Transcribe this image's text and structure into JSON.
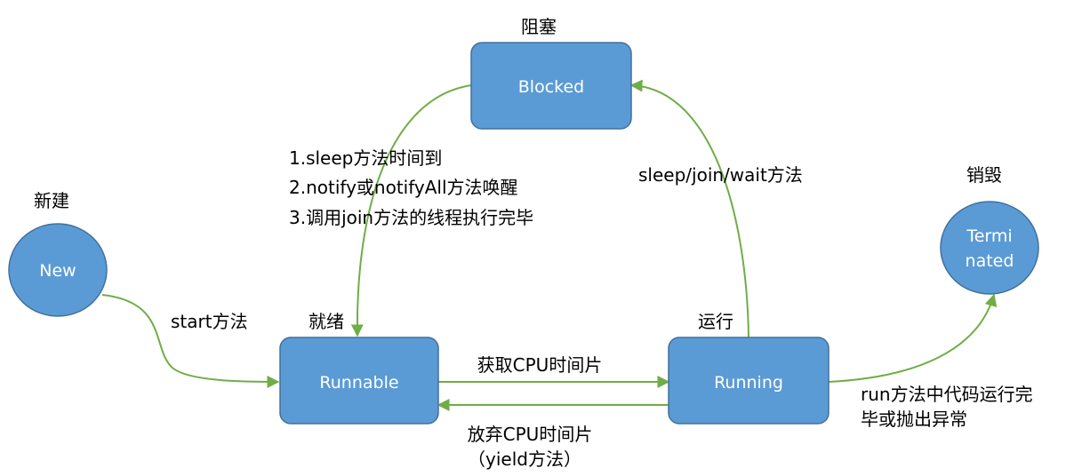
{
  "nodes": {
    "new": {
      "label": "New",
      "caption": "新建"
    },
    "runnable": {
      "label": "Runnable",
      "caption": "就绪"
    },
    "running": {
      "label": "Running",
      "caption": "运行"
    },
    "blocked": {
      "label": "Blocked",
      "caption": "阻塞"
    },
    "terminated": {
      "label_line1": "Termi",
      "label_line2": "nated",
      "caption": "销毁"
    }
  },
  "edges": {
    "new_to_runnable": "start方法",
    "runnable_to_running": "获取CPU时间片",
    "running_to_runnable_line1": "放弃CPU时间片",
    "running_to_runnable_line2": "（yield方法）",
    "running_to_blocked": "sleep/join/wait方法",
    "blocked_to_runnable_line1": "1.sleep方法时间到",
    "blocked_to_runnable_line2": "2.notify或notifyAll方法唤醒",
    "blocked_to_runnable_line3": "3.调用join方法的线程执行完毕",
    "running_to_terminated_line1": "run方法中代码运行完",
    "running_to_terminated_line2": "毕或抛出异常"
  },
  "colors": {
    "node_fill": "#5b9bd5",
    "node_stroke": "#41719c",
    "edge": "#70ad47"
  }
}
